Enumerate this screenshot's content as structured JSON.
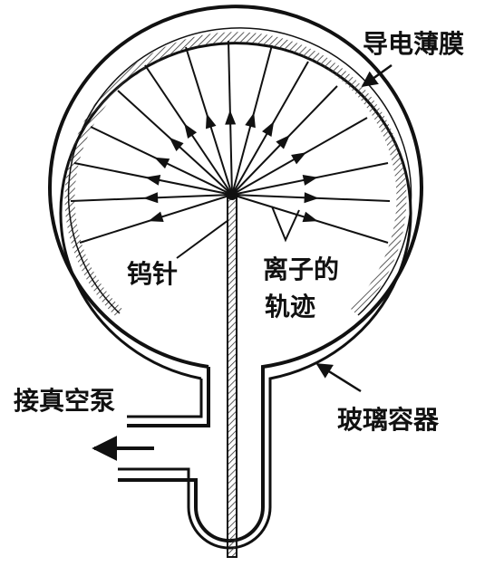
{
  "labels": {
    "conductive_film": "导电薄膜",
    "tungsten_needle": "钨针",
    "ion_trajectory_line1": "离子的",
    "ion_trajectory_line2": "轨迹",
    "vacuum_pump": "接真空泵",
    "glass_container": "玻璃容器"
  },
  "colors": {
    "ink": "#111111",
    "background": "#ffffff",
    "film_hatch": "#333333"
  },
  "icons": {
    "pump_flow": "arrow-left-icon",
    "pointer": "arrow-pointer-icon"
  }
}
